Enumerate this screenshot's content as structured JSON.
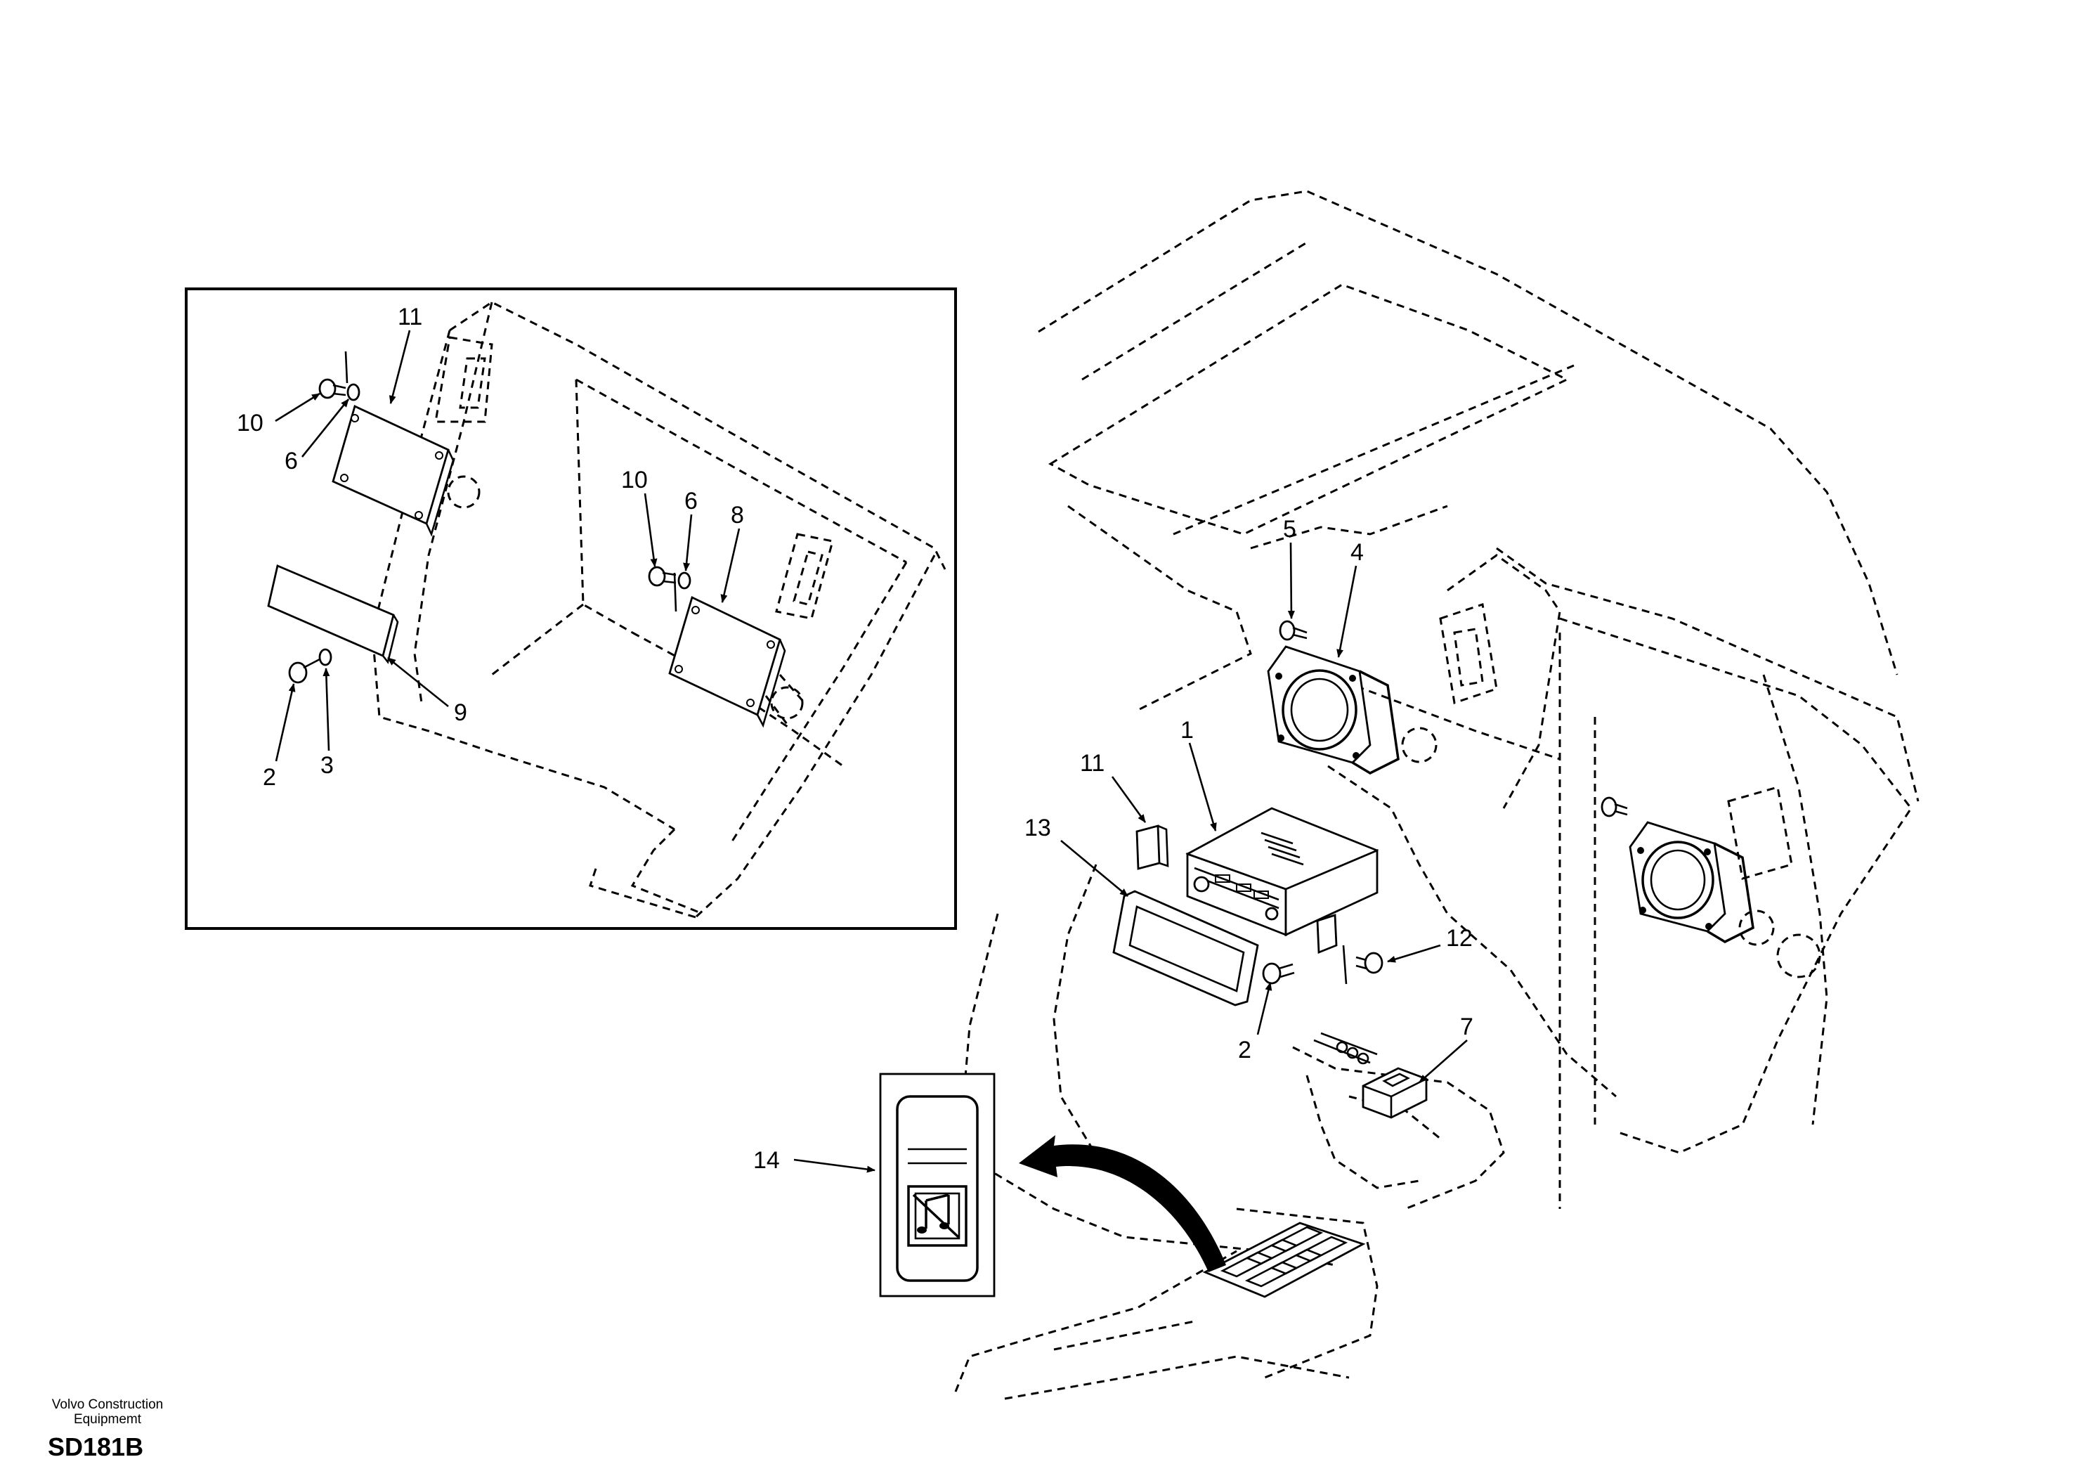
{
  "callouts": {
    "inset": {
      "n11": "11",
      "n10a": "10",
      "n6a": "6",
      "n10b": "10",
      "n6b": "6",
      "n8": "8",
      "n9": "9",
      "n2": "2",
      "n3": "3"
    },
    "main": {
      "n5": "5",
      "n4": "4",
      "n1": "1",
      "n11": "11",
      "n13": "13",
      "n12": "12",
      "n2": "2",
      "n7": "7",
      "n14": "14"
    }
  },
  "footer": {
    "company_line1": "Volvo Construction",
    "company_line2": "Equipmemt",
    "document_id": "SD181B"
  },
  "icons": {
    "switch_symbol": "music-note-icon"
  },
  "colors": {
    "ink": "#000000",
    "paper": "#ffffff"
  }
}
